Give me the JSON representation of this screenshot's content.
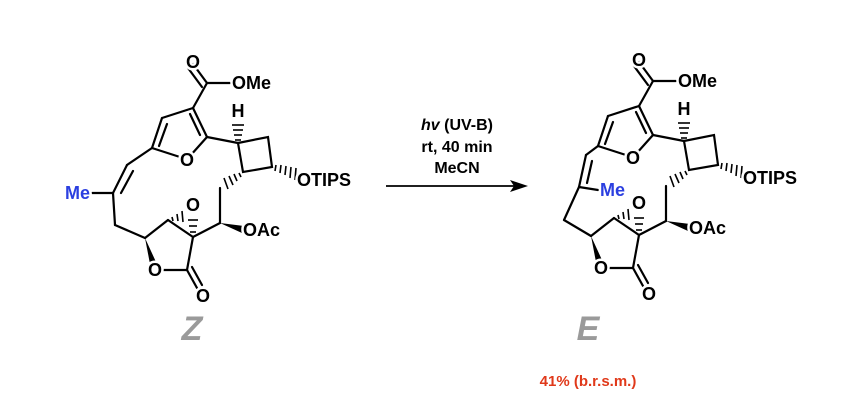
{
  "scheme": {
    "conditions": {
      "line1_italic": "hv",
      "line1_rest": " (UV-B)",
      "line2": "rt, 40 min",
      "line3": "MeCN"
    },
    "starting_material": {
      "label": "Z",
      "atoms": {
        "ome": "OMe",
        "h": "H",
        "otips": "OTIPS",
        "oac": "OAc",
        "o": "O",
        "me": "Me"
      }
    },
    "product": {
      "label": "E",
      "yield": "41% (b.r.s.m.)",
      "atoms": {
        "ome": "OMe",
        "h": "H",
        "otips": "OTIPS",
        "oac": "OAc",
        "o": "O",
        "me": "Me"
      }
    },
    "colors": {
      "methyl": "#2b3fe0",
      "isomer_label": "#9a9a9a",
      "yield": "#e0391a"
    }
  }
}
